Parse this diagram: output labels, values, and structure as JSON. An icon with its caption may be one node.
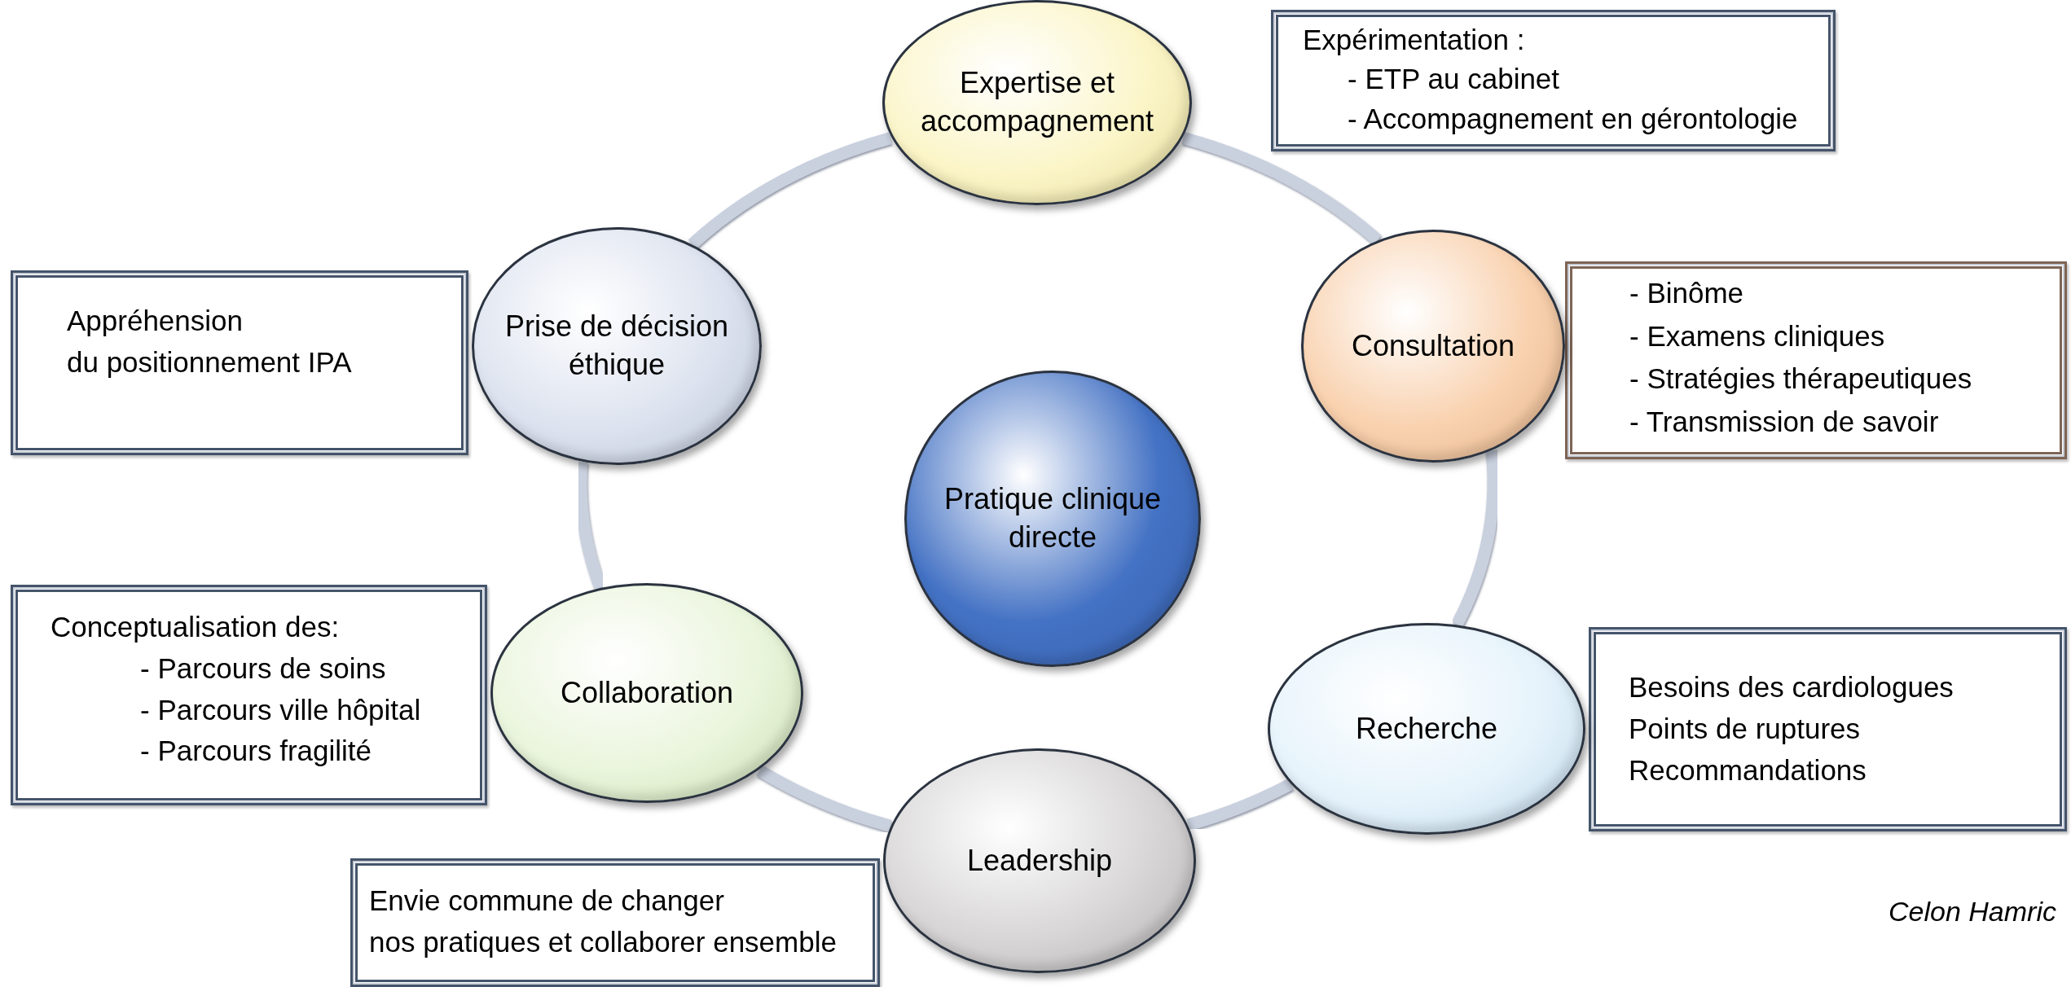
{
  "diagram": {
    "nodes": [
      {
        "text": [
          "Expertise et accompagnement"
        ]
      },
      {
        "text": [
          "Expérimentation :",
          "- ETP au cabinet",
          "- Accompagnement en gérontologie"
        ]
      },
      {
        "text": [
          "Appréhension",
          "du positionnement IPA"
        ]
      },
      {
        "text": [
          "Prise de décision éthique"
        ]
      },
      {
        "text": [
          "Consultation"
        ]
      },
      {
        "text": [
          "- Binôme",
          "- Examens cliniques",
          "- Stratégies thérapeutiques",
          "- Transmission de savoir"
        ]
      },
      {
        "text": [
          "Pratique clinique directe"
        ]
      },
      {
        "text": [
          "Conceptualisation des:",
          "- Parcours de soins",
          "- Parcours ville hôpital",
          "- Parcours fragilité"
        ]
      },
      {
        "text": [
          "Collaboration"
        ]
      },
      {
        "text": [
          "Recherche"
        ]
      },
      {
        "text": [
          "Besoins des cardiologues",
          "Points de ruptures",
          "Recommandations"
        ]
      },
      {
        "text": [
          "Leadership"
        ]
      },
      {
        "text": [
          "Envie commune de changer",
          "nos pratiques et collaborer ensemble"
        ]
      }
    ],
    "edges": [
      {
        "from": 0,
        "to": 4,
        "arrow": "none"
      },
      {
        "from": 4,
        "to": 9,
        "arrow": "none"
      },
      {
        "from": 9,
        "to": 11,
        "arrow": "none"
      },
      {
        "from": 11,
        "to": 8,
        "arrow": "none"
      },
      {
        "from": 8,
        "to": 3,
        "arrow": "none"
      },
      {
        "from": 3,
        "to": 0,
        "arrow": "none"
      }
    ],
    "labels": [
      "Celon Hamric"
    ]
  }
}
